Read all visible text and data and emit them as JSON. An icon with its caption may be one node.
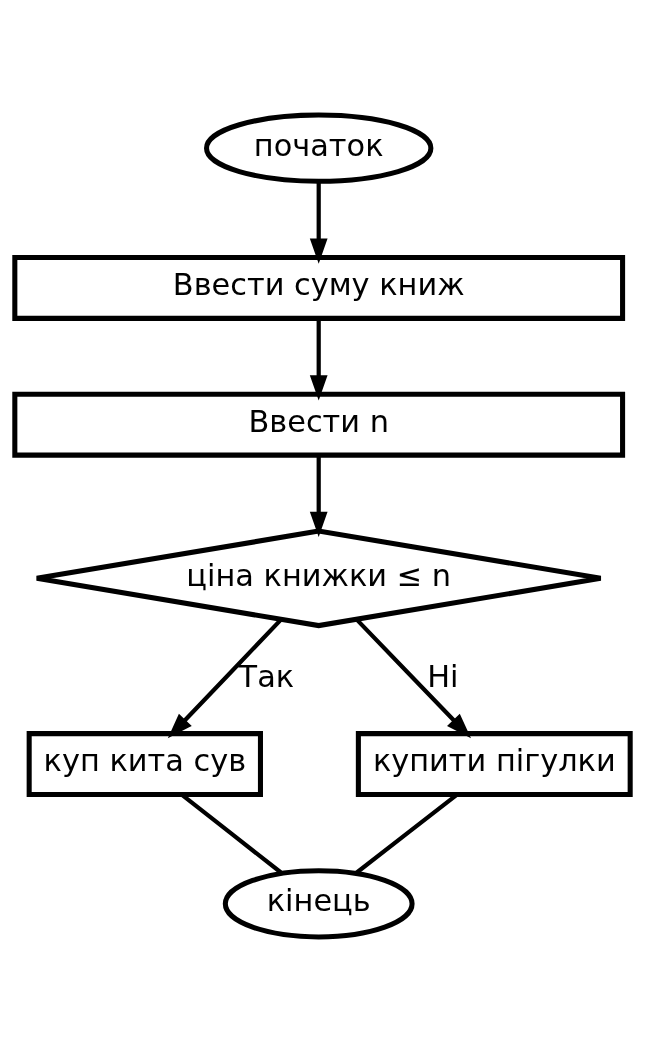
{
  "diagram": {
    "nodes": [
      {
        "text": [
          "початок"
        ]
      },
      {
        "text": [
          "Ввести суму книж"
        ]
      },
      {
        "text": [
          "Ввести n"
        ]
      },
      {
        "text": [
          "ціна книжки ≤ n"
        ]
      },
      {
        "text": [
          "куп кита сув"
        ]
      },
      {
        "text": [
          "купити пігулки"
        ]
      },
      {
        "text": [
          "кінець"
        ]
      }
    ],
    "edges": [
      {
        "from": 0,
        "to": 1,
        "arrow": "to"
      },
      {
        "from": 1,
        "to": 2,
        "arrow": "to"
      },
      {
        "from": 2,
        "to": 3,
        "arrow": "to"
      },
      {
        "from": 3,
        "to": 4,
        "arrow": "to",
        "label": "Так"
      },
      {
        "from": 3,
        "to": 5,
        "arrow": "to",
        "label": "Ні"
      },
      {
        "from": 4,
        "to": 6,
        "arrow": "none"
      },
      {
        "from": 5,
        "to": 6,
        "arrow": "none"
      }
    ]
  }
}
